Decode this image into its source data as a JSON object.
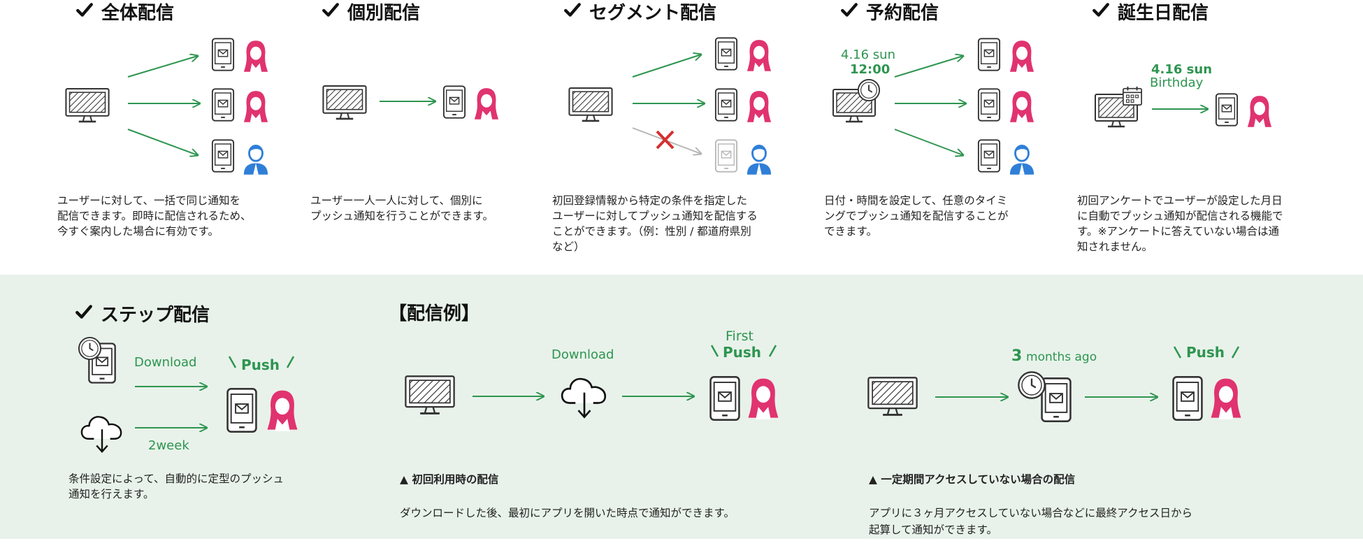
{
  "colors": {
    "green": "#2e9550",
    "pink": "#e0336f",
    "blue": "#2f7fd8",
    "red": "#d63030",
    "background_bottom": "#e8f2ea"
  },
  "icons": {
    "check": "check-icon",
    "monitor": "monitor-icon",
    "phone": "phone-mail-icon",
    "woman": "woman-avatar-icon",
    "man": "man-avatar-icon",
    "clock": "clock-icon",
    "calendar": "calendar-icon",
    "cloud": "cloud-download-icon",
    "cross": "cross-icon"
  },
  "top": [
    {
      "title": "全体配信",
      "desc": "ユーザーに対して、一括で同じ通知を\n配信できます。即時に配信されるため、\n今すぐ案内した場合に有効です。"
    },
    {
      "title": "個別配信",
      "desc": "ユーザー一人一人に対して、個別に\nプッシュ通知を行うことができます。"
    },
    {
      "title": "セグメント配信",
      "desc": "初回登録情報から特定の条件を指定した\nユーザーに対してプッシュ通知を配信する\nことができます。（例：性別 / 都道府県別\nなど）"
    },
    {
      "title": "予約配信",
      "date": "4.16 sun",
      "time": "12:00",
      "desc": "日付・時間を設定して、任意のタイミ\nングでプッシュ通知を配信することが\nできます。"
    },
    {
      "title": "誕生日配信",
      "date": "4.16 sun",
      "label": "Birthday",
      "desc": "初回アンケートでユーザーが設定した月日\nに自動でプッシュ通知が配信される機能で\nす。※アンケートに答えていない場合は通\n知されません。"
    }
  ],
  "step": {
    "title": "ステップ配信",
    "download": "Download",
    "push": "Push",
    "interval": "2week",
    "desc": "条件設定によって、自動的に定型のプッシュ\n通知を行えます。"
  },
  "examples": {
    "title": "【配信例】",
    "first": {
      "download": "Download",
      "first": "First",
      "push": "Push",
      "caption_head": "▲ 初回利用時の配信",
      "caption": "ダウンロードした後、最初にアプリを開いた時点で通知ができます。"
    },
    "inactive": {
      "months_num": "3",
      "months_text": "months ago",
      "push": "Push",
      "caption_head": "▲ 一定期間アクセスしていない場合の配信",
      "caption": "アプリに３ヶ月アクセスしていない場合などに最終アクセス日から\n起算して通知ができます。"
    }
  }
}
